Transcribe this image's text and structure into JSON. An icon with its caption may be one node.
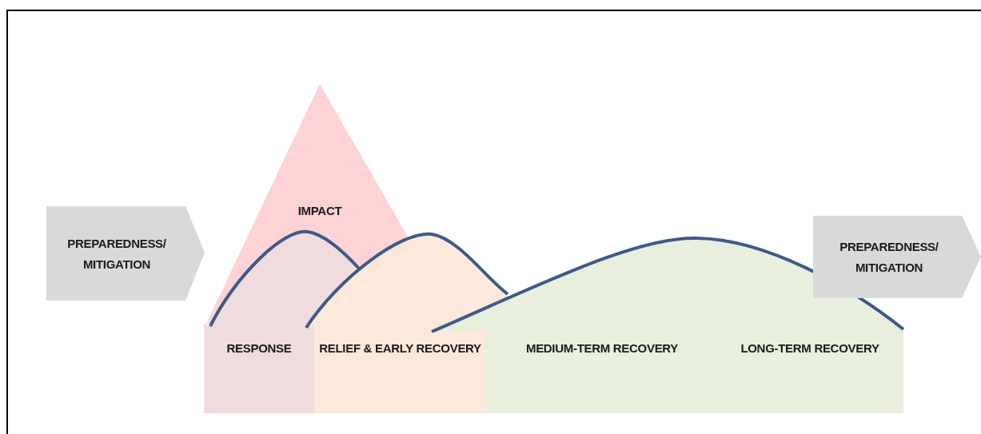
{
  "diagram": {
    "nodes": [
      {
        "text": [
          "PREPAREDNESS/ MITIGATION"
        ]
      },
      {
        "text": [
          "IMPACT"
        ]
      },
      {
        "text": [
          "RESPONSE"
        ]
      },
      {
        "text": [
          "RELIEF & EARLY RECOVERY"
        ]
      },
      {
        "text": [
          "MEDIUM-TERM RECOVERY",
          "LONG-TERM RECOVERY"
        ]
      },
      {
        "text": [
          "PREPAREDNESS/ MITIGATION"
        ]
      }
    ]
  }
}
